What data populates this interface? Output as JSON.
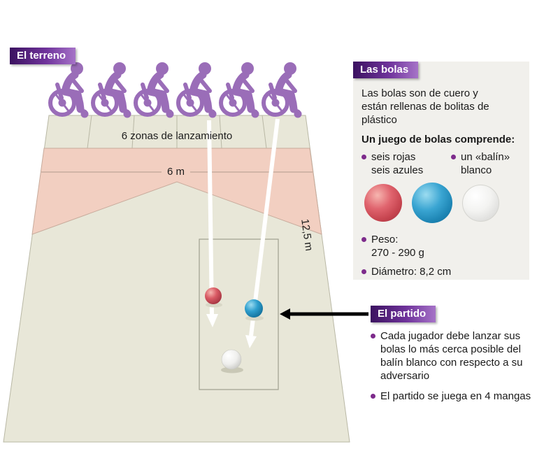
{
  "terrain": {
    "badge": "El terreno",
    "zones_label": "6 zonas de lanzamiento",
    "width_label": "6 m",
    "length_label": "12,5 m"
  },
  "balls": {
    "badge": "Las bolas",
    "description": "Las bolas son de cuero y están rellenas de bolitas de plástico",
    "set_title": "Un juego de bolas comprende:",
    "item_colored_line1": "seis rojas",
    "item_colored_line2": "seis azules",
    "item_white_line1": "un «balín»",
    "item_white_line2": "blanco",
    "weight_label": "Peso:",
    "weight_value": "270 - 290 g",
    "diameter": "Diámetro: 8,2 cm"
  },
  "match": {
    "badge": "El partido",
    "rule1": "Cada jugador debe lanzar sus bolas lo más cerca posible del balín blanco con respecto a su adversario",
    "rule2": "El partido se juega en 4 mangas"
  },
  "colors": {
    "badge_purple_dark": "#3b1260",
    "badge_purple_light": "#a673c8",
    "figure_purple": "#9a6db8",
    "field_beige": "#e8e7d8",
    "zone_pink": "#f2cfc1",
    "bullet_purple": "#7d2b8b",
    "ball_red": "#c6444f",
    "ball_blue": "#1d85b4",
    "ball_white": "#f3f3f1"
  }
}
